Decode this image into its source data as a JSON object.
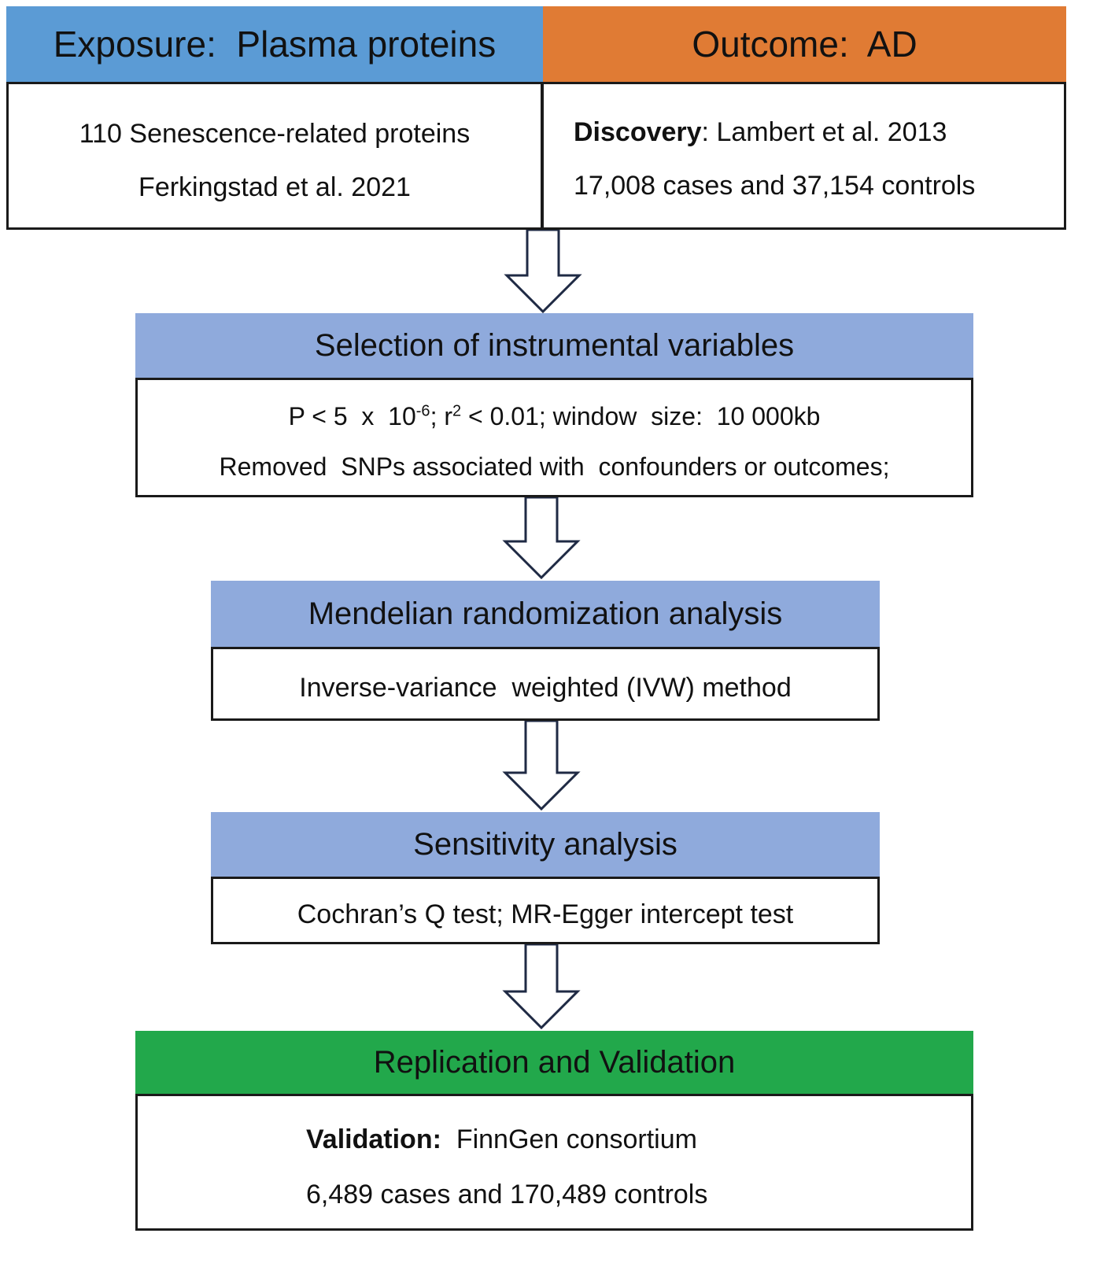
{
  "colors": {
    "exposure_header": "#5b9bd5",
    "outcome_header": "#e07b34",
    "step_header": "#8faadc",
    "validation_header": "#22a84b",
    "border": "#1a1a1a",
    "arrow_stroke": "#1f2a44"
  },
  "exposure": {
    "title": "Exposure:  Plasma proteins",
    "line1": "110 Senescence-related proteins",
    "line2": "Ferkingstad et al. 2021"
  },
  "outcome": {
    "title": "Outcome:  AD",
    "line1_bold": "Discovery",
    "line1_rest": ": Lambert et al. 2013",
    "line2": "17,008 cases and 37,154 controls"
  },
  "selection": {
    "title": "Selection of instrumental variables",
    "line1_a": "P < 5  x  10",
    "line1_sup1": "-6",
    "line1_b": "; r",
    "line1_sup2": "2",
    "line1_c": " < 0.01; window  size:  10 000kb",
    "line2": "Removed  SNPs associated with  confounders or outcomes;"
  },
  "mr": {
    "title": "Mendelian randomization analysis",
    "line1": "Inverse-variance  weighted (IVW) method"
  },
  "sensitivity": {
    "title": "Sensitivity analysis",
    "line1": "Cochran’s Q test; MR-Egger intercept test"
  },
  "replication": {
    "title": "Replication and Validation",
    "line1_bold": "Validation:",
    "line1_rest": "  FinnGen consortium",
    "line2": "6,489 cases and 170,489 controls"
  },
  "arrows": [
    "down-arrow-icon",
    "down-arrow-icon",
    "down-arrow-icon",
    "down-arrow-icon"
  ]
}
